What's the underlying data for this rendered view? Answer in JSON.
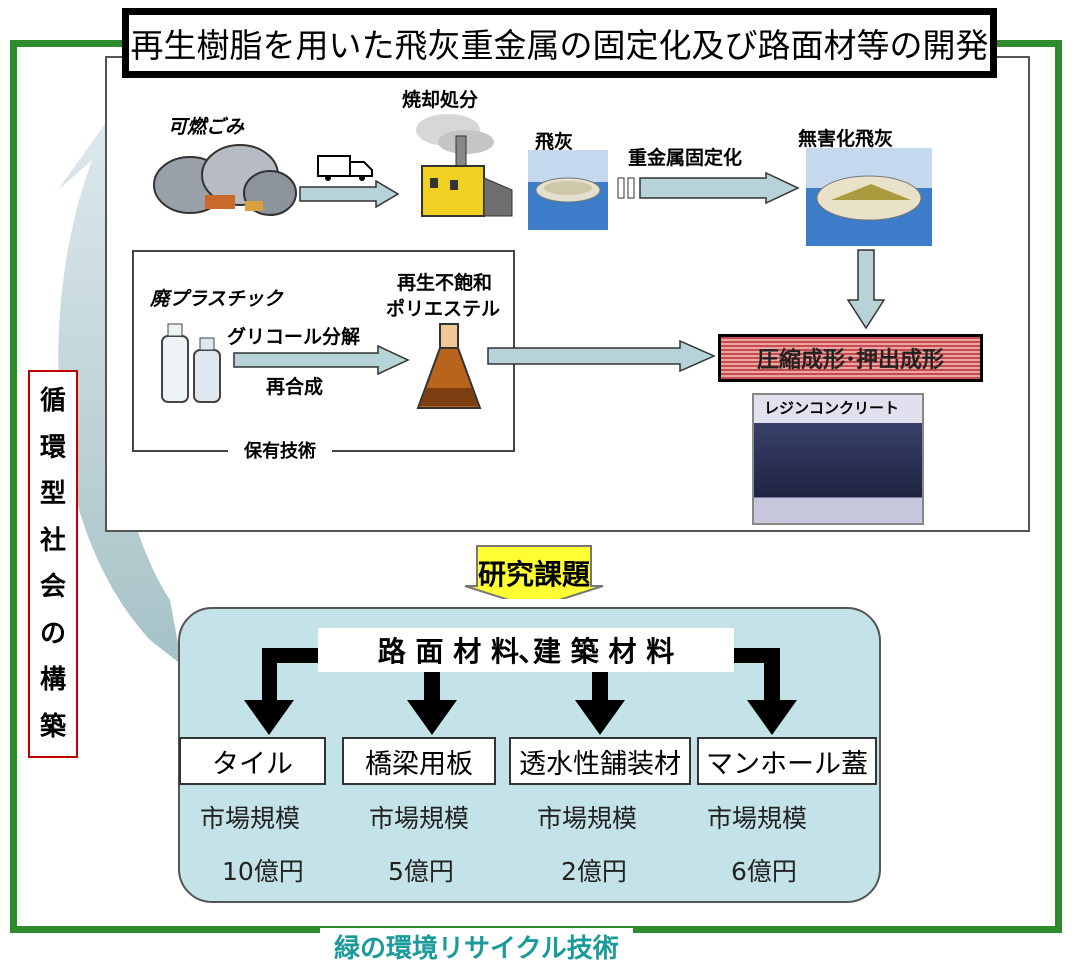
{
  "title": "再生樹脂を用いた飛灰重金属の固定化及び路面材等の開発",
  "sidebar_vertical": [
    "循",
    "環",
    "型",
    "社",
    "会",
    "の",
    "構",
    "築"
  ],
  "top": {
    "combustible_garbage": "可燃ごみ",
    "incineration": "焼却処分",
    "fly_ash": "飛灰",
    "heavy_metal_fixation": "重金属固定化",
    "detoxified_ash": "無害化飛灰",
    "waste_plastic": "廃プラスチック",
    "glycol_decomposition": "グリコール分解",
    "resynthesis": "再合成",
    "recycled_polyester_line1": "再生不飽和",
    "recycled_polyester_line2": "ポリエステル",
    "owned_technology": "保有技術",
    "molding": "圧縮成形･押出成形",
    "resin_concrete": "レジンコンクリート"
  },
  "research_topic": "研究課題",
  "materials_title": "路 面 材 料､建 築 材 料",
  "products": [
    {
      "name": "タイル",
      "market_label": "市場規模",
      "market_value": "10億円"
    },
    {
      "name": "橋梁用板",
      "market_label": "市場規模",
      "market_value": "5億円"
    },
    {
      "name": "透水性舗装材",
      "market_label": "市場規模",
      "market_value": "2億円"
    },
    {
      "name": "マンホール蓋",
      "market_label": "市場規模",
      "market_value": "6億円"
    }
  ],
  "footer": "緑の環境リサイクル技術",
  "colors": {
    "frame_green": "#2e8b2e",
    "panel_blue": "#c4e3e8",
    "arrow_fill": "#b7d3d8",
    "research_yellow": "#ffff33",
    "footer_teal": "#1a9a9a",
    "side_border": "#c00000"
  }
}
